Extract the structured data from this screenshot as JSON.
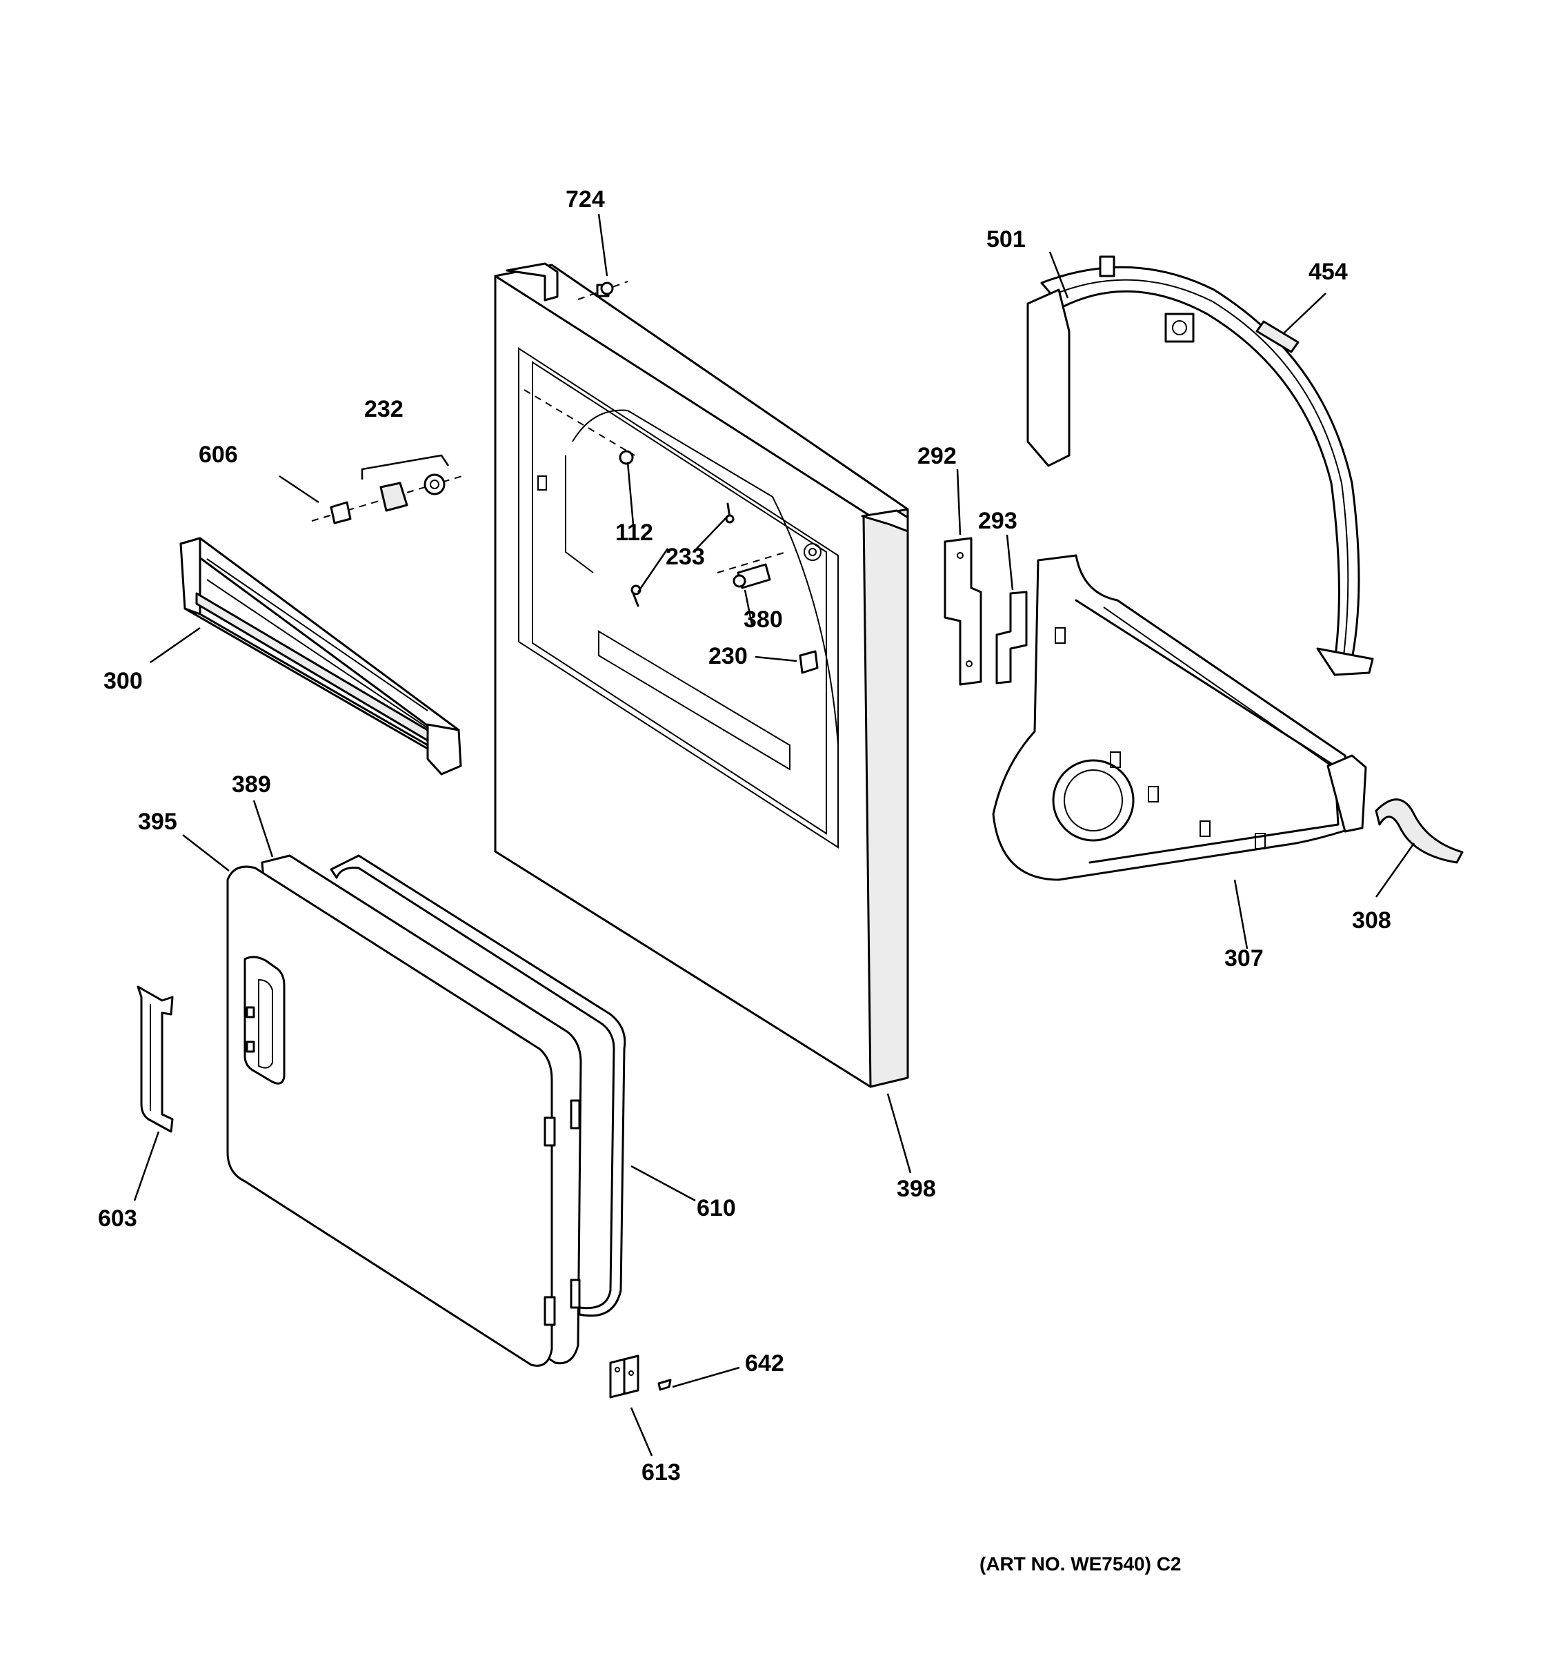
{
  "diagram": {
    "callouts": {
      "c724": "724",
      "c501": "501",
      "c454": "454",
      "c232": "232",
      "c606": "606",
      "c292": "292",
      "c293": "293",
      "c112": "112",
      "c233": "233",
      "c380": "380",
      "c230": "230",
      "c300": "300",
      "c389": "389",
      "c395": "395",
      "c307": "307",
      "c308": "308",
      "c398": "398",
      "c603": "603",
      "c610": "610",
      "c642": "642",
      "c613": "613"
    },
    "art_number": "(ART NO. WE7540) C2"
  }
}
